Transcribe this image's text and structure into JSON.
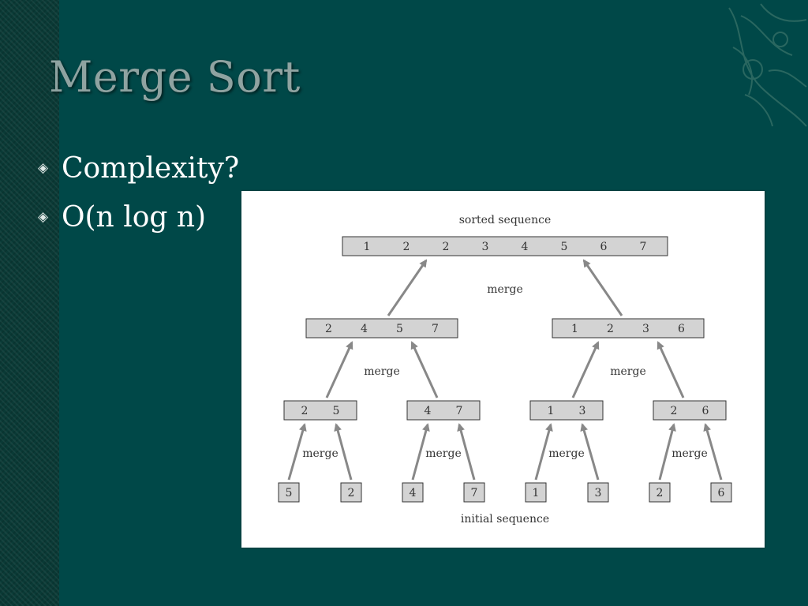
{
  "slide": {
    "title": "Merge Sort",
    "bullets": [
      "Complexity?",
      "O(n log n)"
    ],
    "bullet_icon": "diamond-bullet-icon"
  },
  "colors": {
    "background": "#004848",
    "side_strip": "#0a3a36",
    "title": "#8fa3a1",
    "bullet_text": "#ffffff",
    "box_fill": "#d3d3d3",
    "arrow": "#888888"
  },
  "diagram": {
    "top_label": "sorted sequence",
    "bottom_label": "initial sequence",
    "merge_label": "merge",
    "levels": [
      [
        [
          1,
          2,
          2,
          3,
          4,
          5,
          6,
          7
        ]
      ],
      [
        [
          2,
          4,
          5,
          7
        ],
        [
          1,
          2,
          3,
          6
        ]
      ],
      [
        [
          2,
          5
        ],
        [
          4,
          7
        ],
        [
          1,
          3
        ],
        [
          2,
          6
        ]
      ],
      [
        [
          5
        ],
        [
          2
        ],
        [
          4
        ],
        [
          7
        ],
        [
          1
        ],
        [
          3
        ],
        [
          2
        ],
        [
          6
        ]
      ]
    ]
  }
}
